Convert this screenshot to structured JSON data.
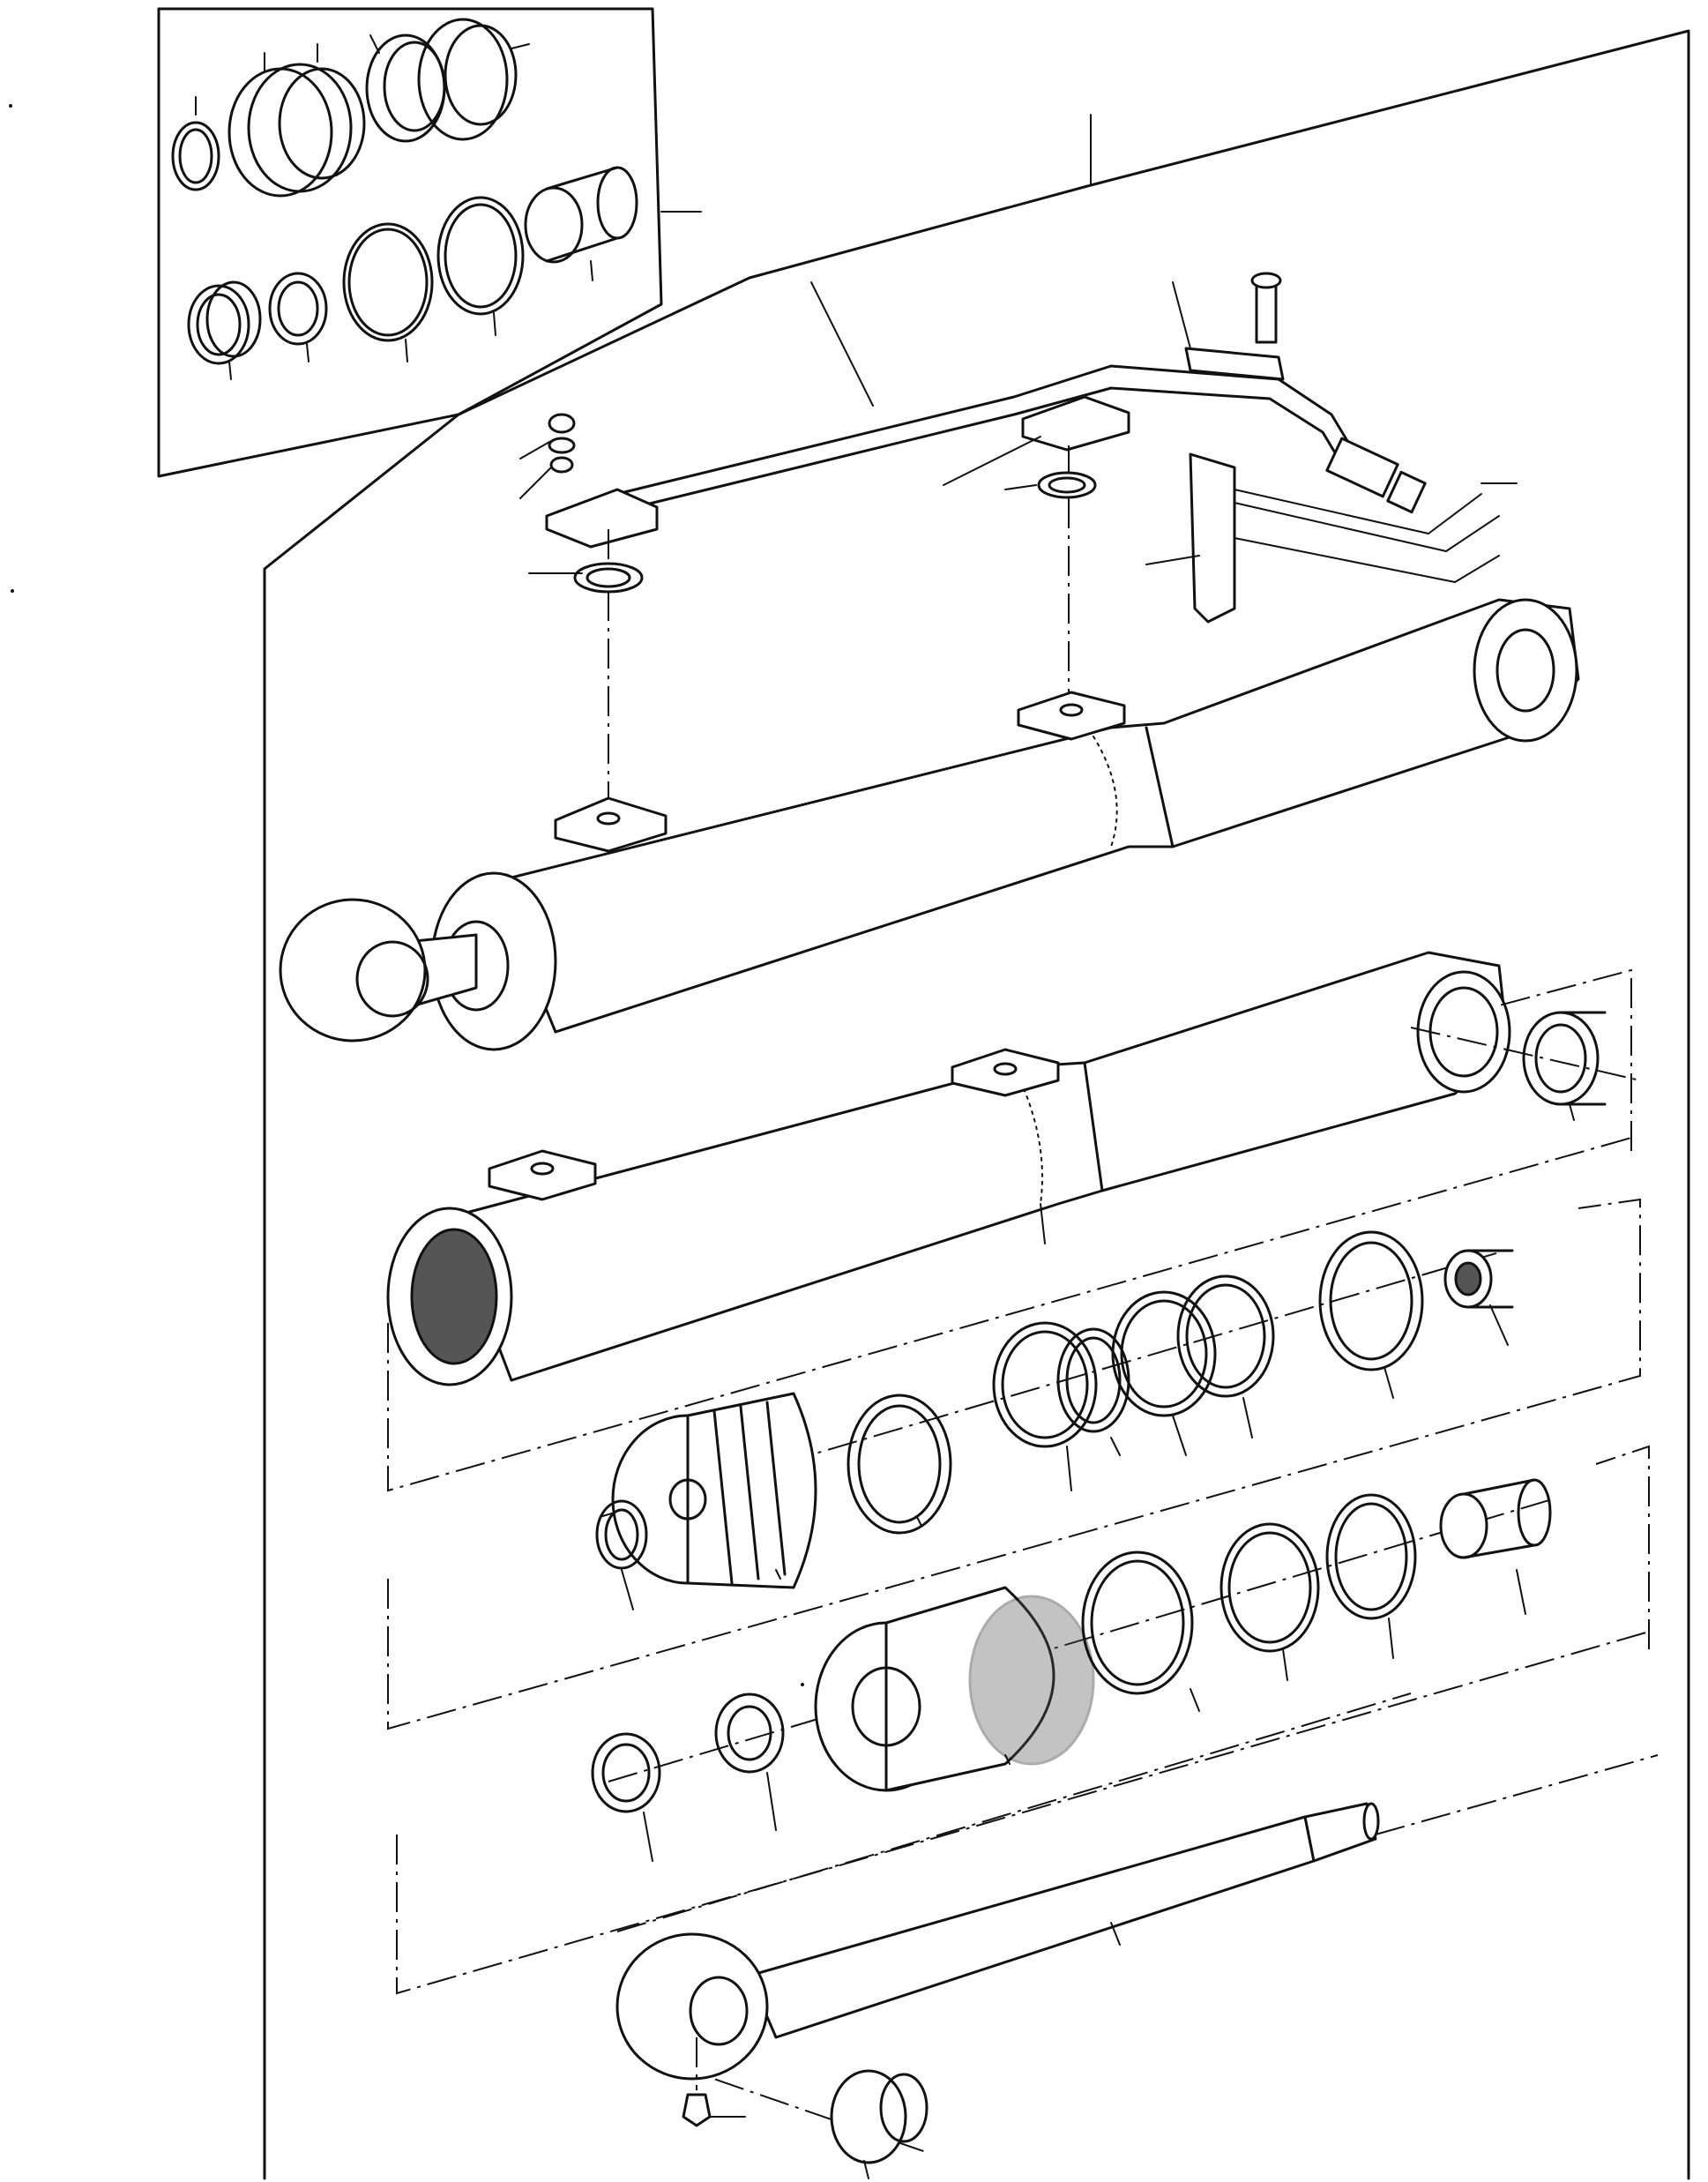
{
  "diagram": {
    "type": "exploded-parts-view",
    "colors": {
      "line": "#111111",
      "background": "#ffffff"
    },
    "components": [
      "seal-kit-inset",
      "hydraulic-cylinder-assembled",
      "hydraulic-cylinder-tube",
      "pipe-assembly",
      "piston",
      "cylinder-head",
      "piston-rod",
      "bushing",
      "grease-nipple"
    ]
  }
}
